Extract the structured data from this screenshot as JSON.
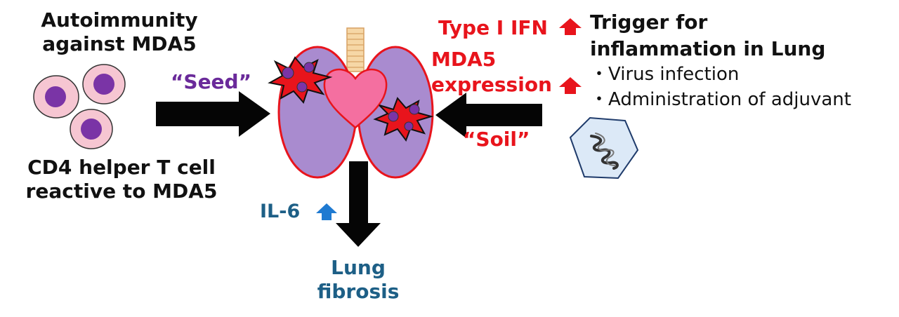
{
  "left_panel": {
    "title_line1": "Autoimmunity",
    "title_line2": "against MDA5",
    "cell_label_line1": "CD4 helper T cell",
    "cell_label_line2": "reactive to MDA5"
  },
  "seed_label": "“Seed”",
  "right_panel": {
    "type1_ifn": "Type I IFN",
    "mda5_line1": "MDA5",
    "mda5_line2": "expression",
    "trigger_line1": "Trigger for",
    "trigger_line2": "inflammation in Lung",
    "bullets": [
      "・Virus infection",
      "・Administration of adjuvant"
    ],
    "soil_label": "“Soil”"
  },
  "bottom": {
    "il6": "IL-6",
    "outcome_line1": "Lung",
    "outcome_line2": "fibrosis"
  },
  "colors": {
    "red": "#e8141c",
    "purple_text": "#6a2a9a",
    "teal_text": "#1d5f86",
    "lung_fill": "#a98bcf",
    "heart_fill": "#f46fa0",
    "trachea_fill": "#f6d7a6",
    "cell_outer": "#f6c6d2",
    "cell_nucleus": "#7a34a6",
    "virus_fill": "#dce9f7",
    "virus_stroke": "#1f3b6b"
  },
  "icons": [
    "t-cell-icon",
    "lung-icon",
    "heart-icon",
    "inflammation-burst-icon",
    "virus-icon",
    "up-arrow-icon",
    "right-arrow-icon",
    "left-arrow-icon",
    "down-arrow-icon"
  ]
}
